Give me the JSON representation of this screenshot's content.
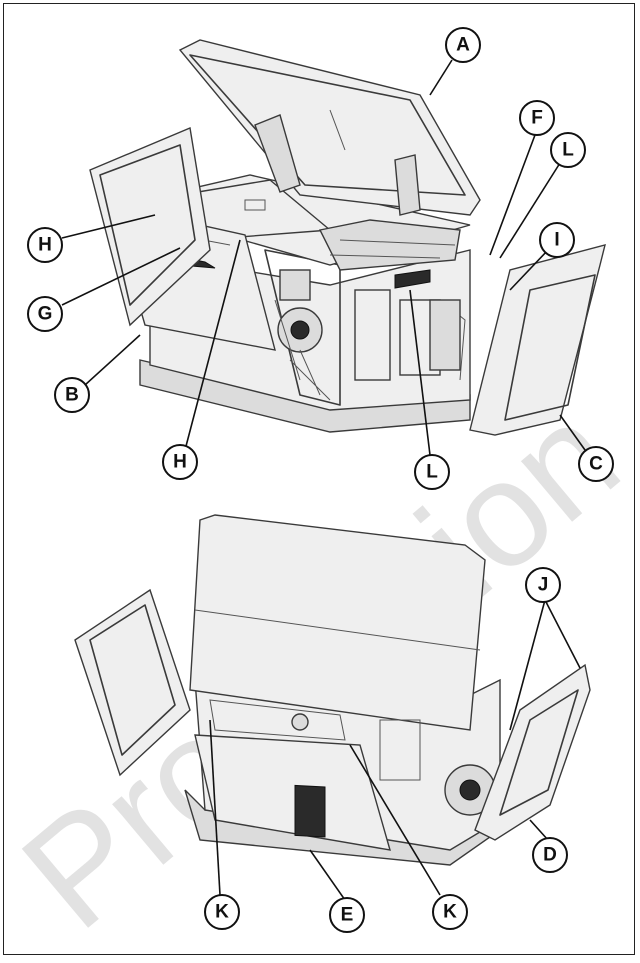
{
  "watermark": "Production",
  "callouts": {
    "A": "A",
    "B": "B",
    "C": "C",
    "D": "D",
    "E": "E",
    "F": "F",
    "G": "G",
    "H": "H",
    "I": "I",
    "J": "J",
    "K": "K",
    "L": "L"
  },
  "colors": {
    "outline": "#3a3a3a",
    "panel": "#dcdcdc",
    "callout_stroke": "#111111"
  }
}
